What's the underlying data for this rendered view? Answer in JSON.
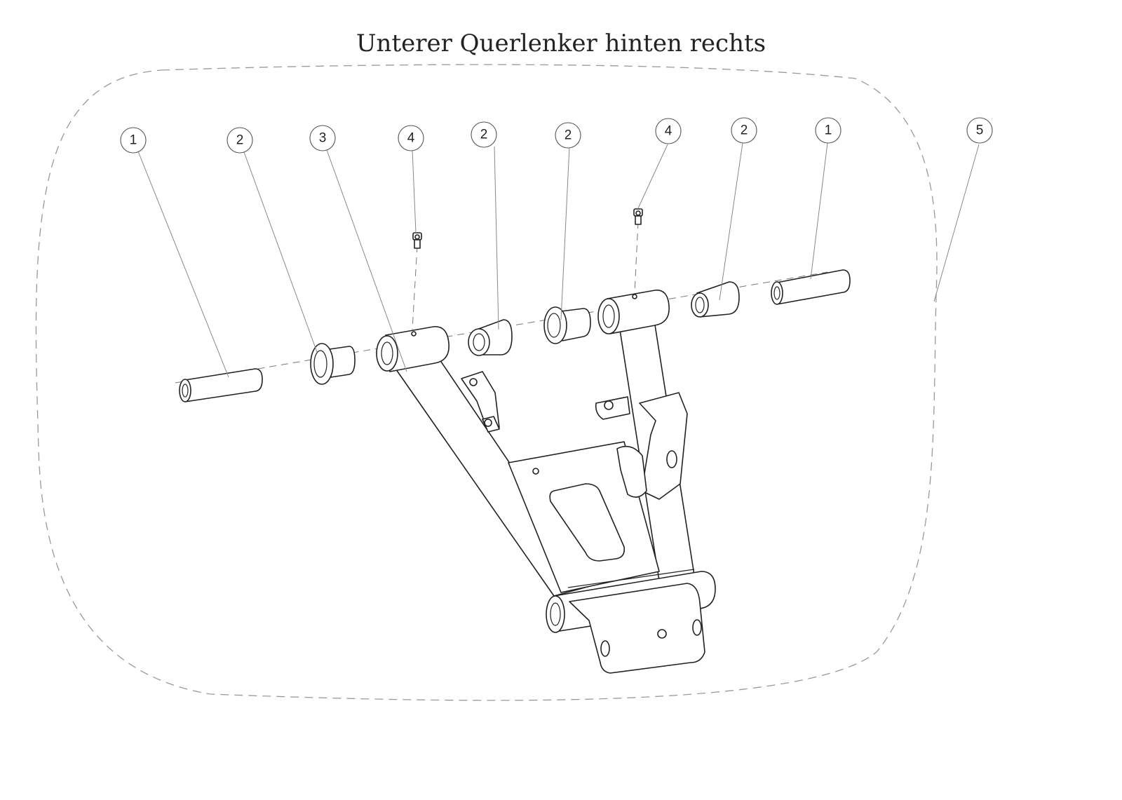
{
  "title": "Unterer Querlenker hinten rechts",
  "callouts": [
    {
      "id": "c1",
      "label": "1"
    },
    {
      "id": "c2",
      "label": "2"
    },
    {
      "id": "c3",
      "label": "3"
    },
    {
      "id": "c4",
      "label": "4"
    },
    {
      "id": "c5",
      "label": "2"
    },
    {
      "id": "c6",
      "label": "2"
    },
    {
      "id": "c7",
      "label": "4"
    },
    {
      "id": "c8",
      "label": "2"
    },
    {
      "id": "c9",
      "label": "1"
    },
    {
      "id": "c10",
      "label": "5"
    }
  ]
}
